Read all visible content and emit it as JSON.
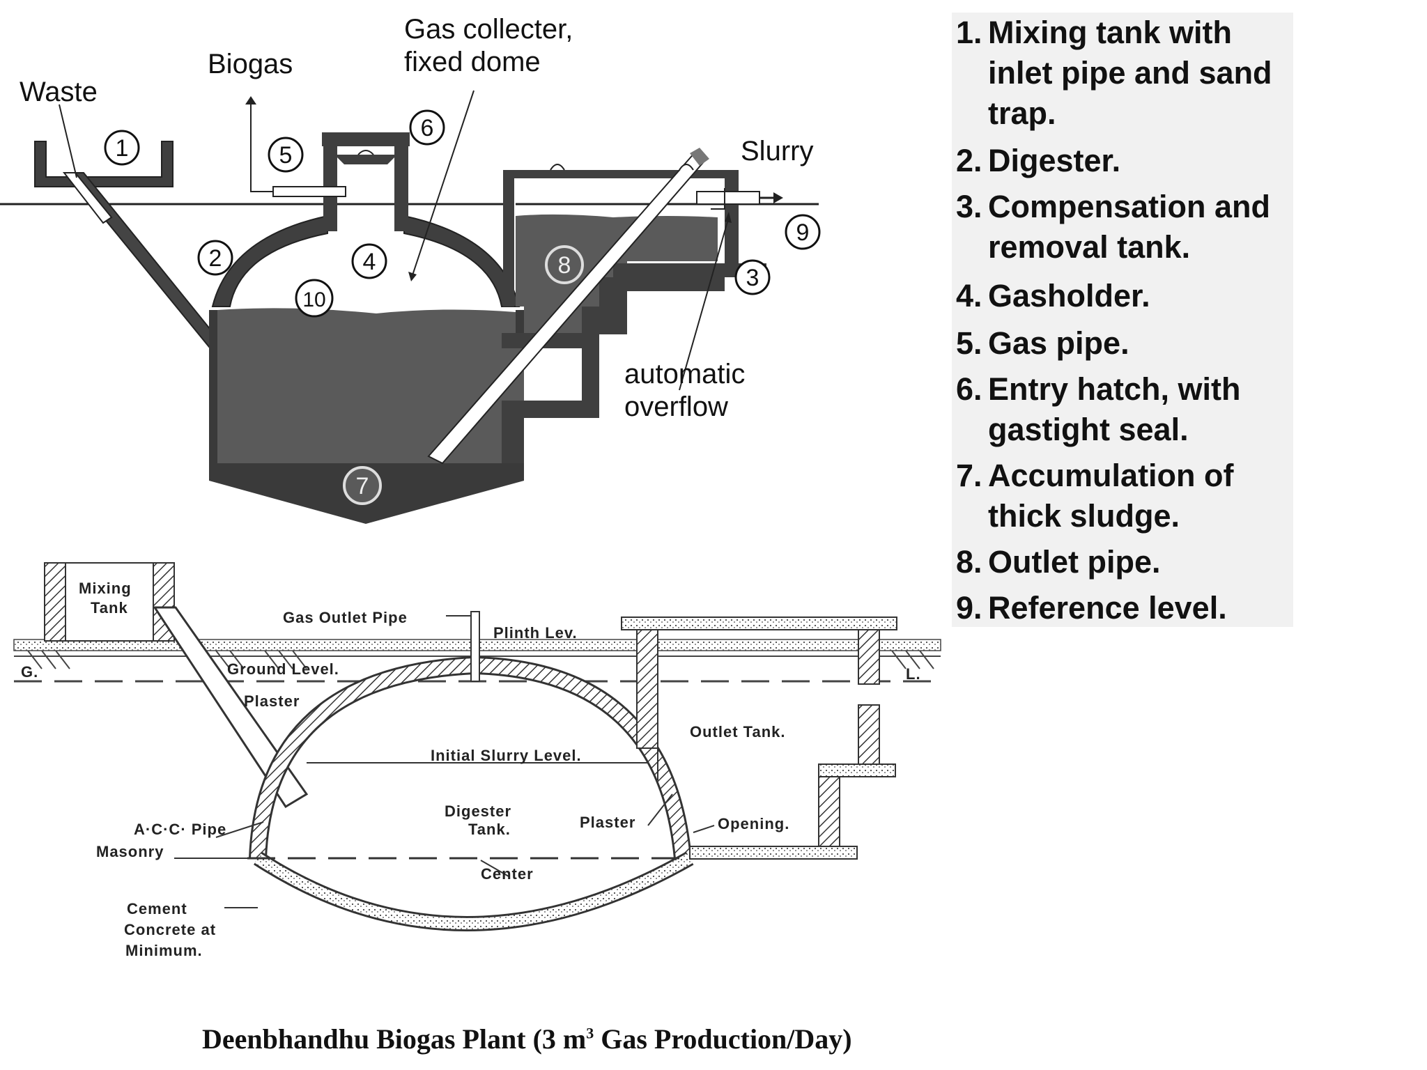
{
  "top_diagram": {
    "labels": {
      "waste": "Waste",
      "biogas": "Biogas",
      "gas_collector_1": "Gas collecter,",
      "gas_collector_2": "fixed dome",
      "slurry": "Slurry",
      "overflow_1": "automatic",
      "overflow_2": "overflow"
    },
    "markers": [
      "1",
      "2",
      "3",
      "4",
      "5",
      "6",
      "7",
      "8",
      "9",
      "10"
    ]
  },
  "bottom_diagram": {
    "labels": {
      "mixing_tank_1": "Mixing",
      "mixing_tank_2": "Tank",
      "gas_outlet_pipe": "Gas Outlet Pipe",
      "plinth_level": "Plinth Lev.",
      "ground_level": "Ground Level.",
      "g": "G.",
      "l": "L.",
      "plaster_top": "Plaster",
      "initial_slurry_level": "Initial Slurry Level.",
      "outlet_tank": "Outlet Tank.",
      "acc_pipe": "A·C·C· Pipe",
      "masonry": "Masonry",
      "digester_1": "Digester",
      "digester_2": "Tank.",
      "plaster_right": "Plaster",
      "opening": "Opening.",
      "center": "Center",
      "cement_1": "Cement",
      "cement_2": "Concrete at",
      "cement_3": "Minimum."
    }
  },
  "legend": {
    "items": [
      {
        "num": "1.",
        "text": "Mixing tank with inlet pipe and sand trap."
      },
      {
        "num": "2.",
        "text": "Digester."
      },
      {
        "num": "3.",
        "text": "Compensation and removal tank."
      },
      {
        "num": "4.",
        "text": "Gasholder."
      },
      {
        "num": "5.",
        "text": "Gas pipe."
      },
      {
        "num": "6.",
        "text": "Entry hatch, with gastight seal."
      },
      {
        "num": "7.",
        "text": "Accumulation of thick sludge."
      },
      {
        "num": "8.",
        "text": "Outlet pipe."
      },
      {
        "num": "9.",
        "text": "Reference level."
      }
    ]
  },
  "caption": {
    "prefix": "Deenbhandhu Biogas Plant (3 m",
    "sup": "3",
    "suffix": " Gas Production/Day)"
  },
  "colors": {
    "slurry_fill": "#5a5a5a",
    "wall_fill": "#4a4a4a",
    "legend_bg": "#f1f1f1"
  }
}
